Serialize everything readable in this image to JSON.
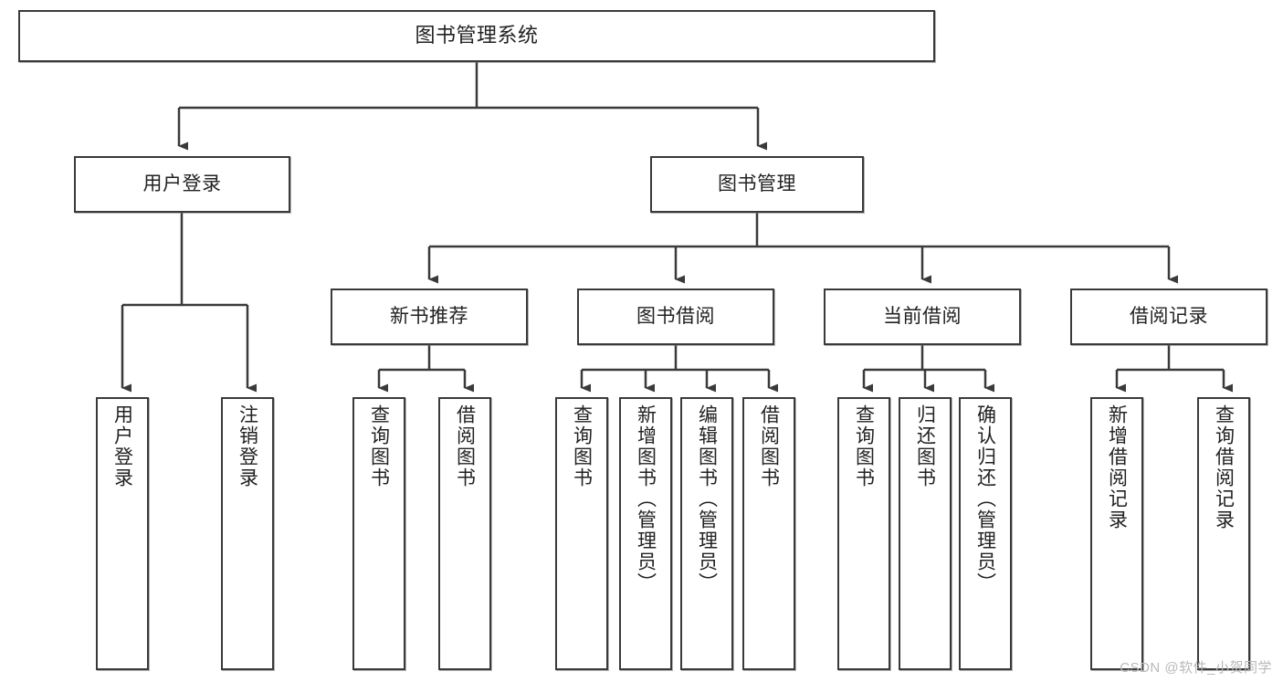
{
  "diagram": {
    "title": "图书管理系统",
    "type": "功能结构图",
    "watermark": "CSDN @软件_小贺同学",
    "colors": {
      "stroke": "#3a3a3a",
      "fill": "#ffffff",
      "text": "#222222",
      "watermark": "#b9b9b9"
    }
  },
  "nodes": {
    "root": {
      "label": "图书管理系统"
    },
    "level2": [
      {
        "id": "user-login",
        "label": "用户登录"
      },
      {
        "id": "book-manage",
        "label": "图书管理"
      }
    ],
    "level3": [
      {
        "id": "new-book-recommend",
        "label": "新书推荐"
      },
      {
        "id": "book-borrow",
        "label": "图书借阅"
      },
      {
        "id": "current-borrow",
        "label": "当前借阅"
      },
      {
        "id": "borrow-record",
        "label": "借阅记录"
      }
    ],
    "leaves": {
      "user_login": [
        {
          "id": "leaf-user-login",
          "label": "用户登录"
        },
        {
          "id": "leaf-logout-login",
          "label": "注销登录"
        }
      ],
      "new_book_recommend": [
        {
          "id": "leaf-query-book-1",
          "label": "查询图书"
        },
        {
          "id": "leaf-borrow-book-1",
          "label": "借阅图书"
        }
      ],
      "book_borrow": [
        {
          "id": "leaf-query-book-2",
          "label": "查询图书"
        },
        {
          "id": "leaf-add-book",
          "label": "新增图书（管理员）"
        },
        {
          "id": "leaf-edit-book",
          "label": "编辑图书（管理员）"
        },
        {
          "id": "leaf-borrow-book-2",
          "label": "借阅图书"
        }
      ],
      "current_borrow": [
        {
          "id": "leaf-query-book-3",
          "label": "查询图书"
        },
        {
          "id": "leaf-return-book",
          "label": "归还图书"
        },
        {
          "id": "leaf-confirm-return",
          "label": "确认归还（管理员）"
        }
      ],
      "borrow_record": [
        {
          "id": "leaf-add-record",
          "label": "新增借阅记录"
        },
        {
          "id": "leaf-query-record",
          "label": "查询借阅记录"
        }
      ]
    }
  }
}
